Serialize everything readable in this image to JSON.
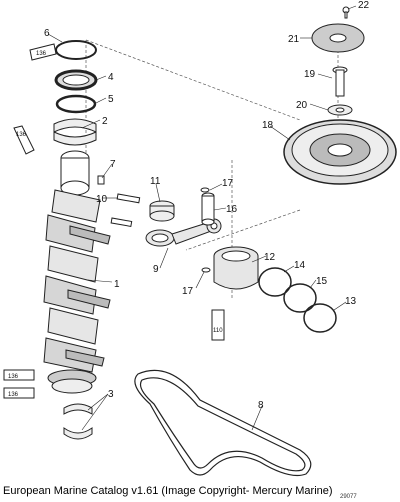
{
  "diagram": {
    "callouts": [
      "1",
      "2",
      "3",
      "4",
      "5",
      "6",
      "7",
      "8",
      "9",
      "10",
      "11",
      "12",
      "13",
      "14",
      "15",
      "16",
      "17",
      "17",
      "18",
      "19",
      "20",
      "21",
      "22"
    ],
    "tube_labels": {
      "tube_136_top": "136",
      "tube_136_mid": "136",
      "tube_136_bottom_a": "136",
      "tube_136_bottom_b": "136",
      "tube_110": "110"
    }
  },
  "caption": "European Marine Catalog v1.61 (Image Copyright- Mercury Marine)",
  "ref_number": "29077"
}
